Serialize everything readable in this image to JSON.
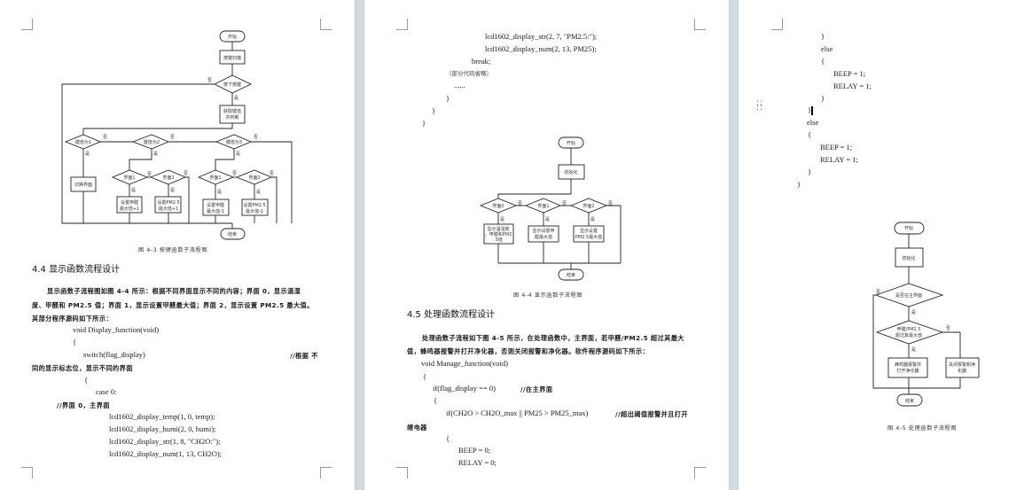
{
  "pages": [
    {
      "figure": {
        "caption": "图 4-3   按键函数子流程图",
        "nodes": {
          "start": "开始",
          "scan": "按键扫描",
          "pressed": "按下按键",
          "getkey": [
            "获取键值",
            "并判断"
          ],
          "k1": "键值为1",
          "k2": "键值为2",
          "k3": "键值为3",
          "switch": "切换界面",
          "ui1a": "界面1",
          "ui2a": "界面2",
          "ui1b": "界面1",
          "ui2b": "界面2",
          "set1": [
            "设置甲醛",
            "最大值+1"
          ],
          "set2": [
            "设置PM2.5",
            "最大值+1"
          ],
          "set3": [
            "设置甲醛",
            "最大值-1"
          ],
          "set4": [
            "设置PM2.5",
            "最大值-1"
          ],
          "end": "结束",
          "yes": "是",
          "no": "否"
        }
      },
      "section_heading": "4.4  显示函数流程设计",
      "paragraph": [
        "显示函数子流程图如图 4-4 所示：根据不同界面显示不同的内容；界面 0，显示温湿",
        "度、甲醛和 PM2.5 值；界面 1，显示设置甲醛最大值；界面 2，显示设置 PM2.5 最大值。",
        "其部分程序源码如下所示："
      ],
      "code": [
        "void Display_function(void)",
        "{",
        "switch(flag_display)",
        "//根据 不",
        "同的显示标志位，显示不同的界面",
        "{",
        "case 0:",
        "//界面 0，主界面",
        "lcd1602_display_temp(1, 0, temp);",
        "lcd1602_display_humi(2, 0, humi);",
        "lcd1602_display_str(1, 8, \"CH2O:\");",
        "lcd1602_display_num(1, 13, CH2O);"
      ]
    },
    {
      "code_top": [
        "lcd1602_display_str(2, 7, \"PM2.5:\");",
        "lcd1602_display_num(2, 13, PM25);",
        "break;",
        "（部分代码省略）",
        "......",
        "}",
        "}",
        "}"
      ],
      "figure": {
        "caption": "图 4-4   显示函数子流程图",
        "nodes": {
          "start": "开始",
          "init": "初始化",
          "ui0": "界面0",
          "ui1": "界面1",
          "ui2": "界面2",
          "box0": [
            "显示温湿度",
            "、甲醛和PM2",
            ".5值"
          ],
          "box1": [
            "显示设置甲",
            "醛最大值"
          ],
          "box2": [
            "显示设置",
            "PM2.5最大值"
          ],
          "end": "结束",
          "yes": "是",
          "no": "否"
        }
      },
      "section_heading": "4.5  处理函数流程设计",
      "paragraph": [
        "处理函数子流程如下图 4-5 所示，在处理函数中，主界面，若甲醛/PM2.5 超过其最大",
        "值，蜂鸣器报警并打开净化器，否则关闭报警和净化器。软件程序源码如下所示："
      ],
      "code": [
        "void Manage_function(void)",
        "{",
        "if(flag_display == 0)",
        "//在主界面",
        "{",
        "if(CH2O > CH2O_max || PM25 > PM25_max)",
        "//超出阈值报警并且打开",
        "继电器",
        "{",
        "BEEP = 0;",
        "RELAY = 0;"
      ]
    },
    {
      "code_top": [
        "}",
        "else",
        "{",
        "BEEP = 1;",
        "RELAY = 1;",
        "}",
        "}",
        "else",
        "{",
        "BEEP = 1;",
        "RELAY = 1;",
        "}",
        "}"
      ],
      "figure": {
        "caption": "图 4-5   处理函数子流程图",
        "nodes": {
          "start": "开始",
          "init": "初始化",
          "main": "是否在主界面",
          "over": [
            "甲醛/PM2.5",
            "超过其最大值"
          ],
          "alarm": [
            "蜂鸣器报警并",
            "打开净化器"
          ],
          "off": [
            "关闭报警和净",
            "化器"
          ],
          "end": "结束",
          "yes": "是",
          "no": "否"
        }
      }
    }
  ],
  "colors": {
    "page_bg": "#ffffff",
    "gap_bg": "#d3dbe2",
    "spellcheck": "#d02020"
  }
}
